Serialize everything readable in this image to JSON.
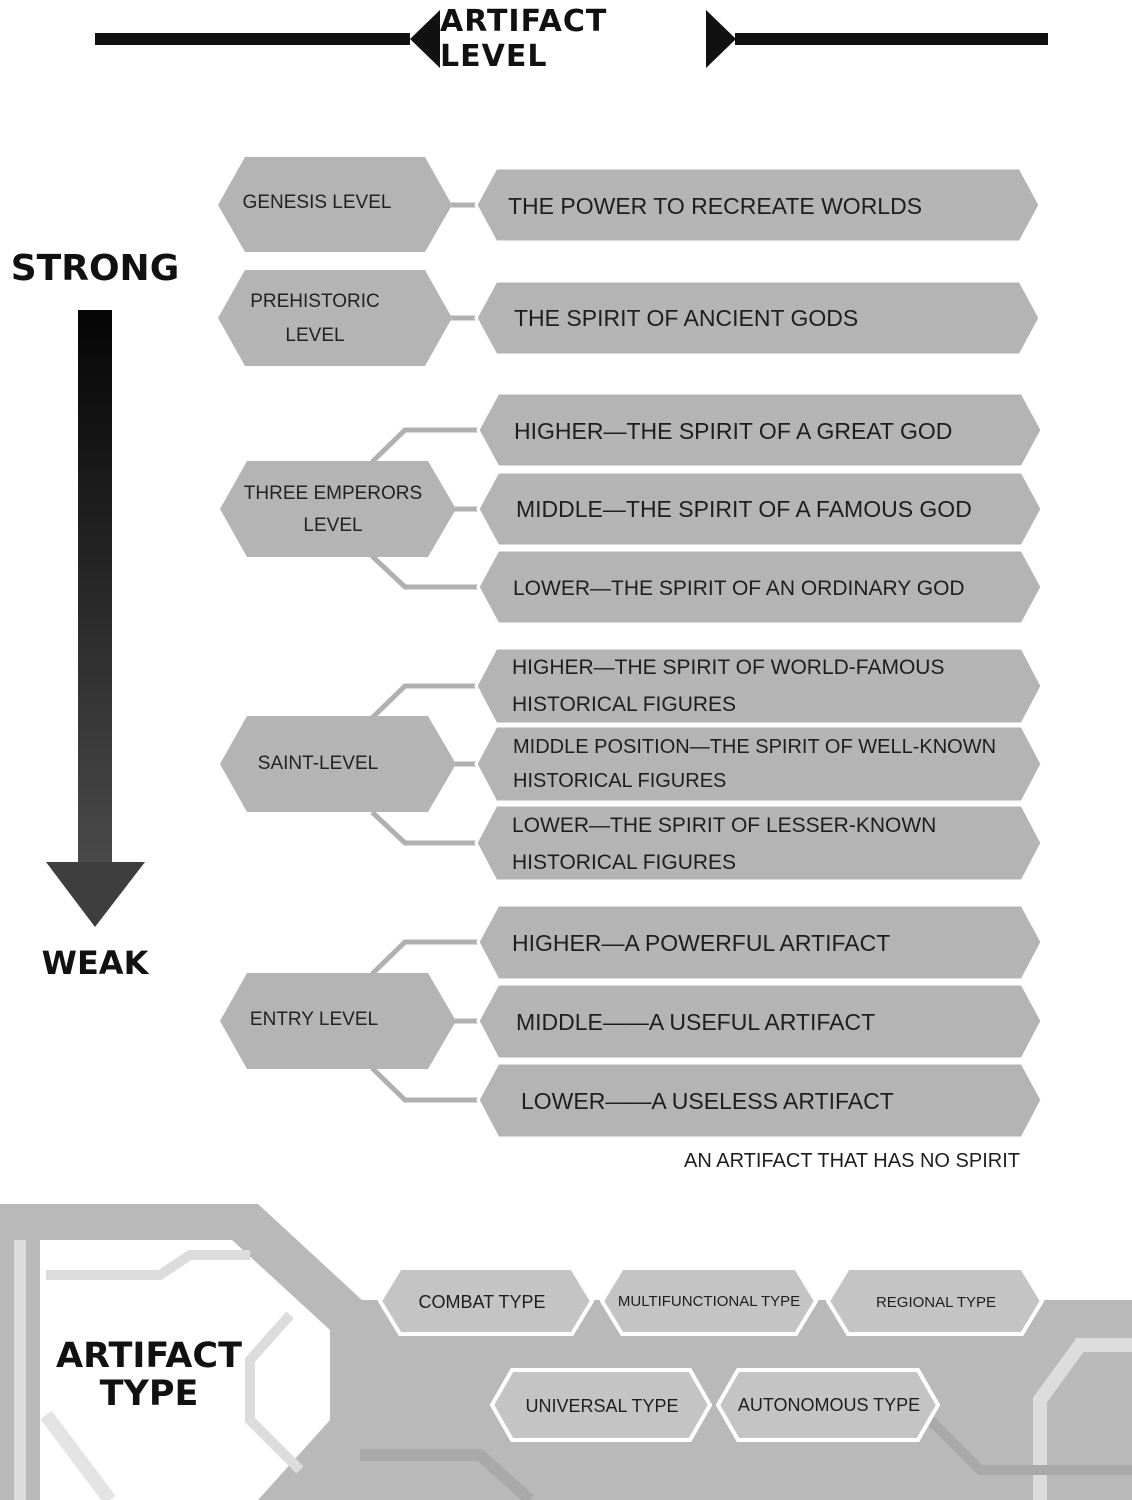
{
  "header": {
    "title": "ARTIFACT LEVEL"
  },
  "scale": {
    "strong_label": "STRONG",
    "weak_label": "WEAK"
  },
  "levels": [
    {
      "name": "GENESIS LEVEL",
      "descriptions": [
        "THE POWER TO RECREATE WORLDS"
      ]
    },
    {
      "name": "PREHISTORIC LEVEL",
      "descriptions": [
        "THE SPIRIT OF ANCIENT GODS"
      ]
    },
    {
      "name": "THREE EMPERORS LEVEL",
      "descriptions": [
        "HIGHER—THE SPIRIT OF A GREAT GOD",
        "MIDDLE—THE SPIRIT OF A FAMOUS GOD",
        "LOWER—THE SPIRIT OF AN ORDINARY GOD"
      ]
    },
    {
      "name": "SAINT-LEVEL",
      "descriptions": [
        "HIGHER—THE SPIRIT OF WORLD-FAMOUS HISTORICAL FIGURES",
        "MIDDLE POSITION—THE SPIRIT OF WELL-KNOWN HISTORICAL FIGURES",
        "LOWER—THE SPIRIT OF LESSER-KNOWN HISTORICAL FIGURES"
      ]
    },
    {
      "name": "ENTRY LEVEL",
      "descriptions": [
        "HIGHER—A POWERFUL ARTIFACT",
        "MIDDLE——A USEFUL ARTIFACT",
        "LOWER——A USELESS ARTIFACT"
      ]
    }
  ],
  "note": "AN ARTIFACT THAT HAS NO SPIRIT",
  "artifact_types": {
    "title": "ARTIFACT TYPE",
    "types": [
      "COMBAT TYPE",
      "MULTIFUNCTIONAL TYPE",
      "REGIONAL TYPE",
      "UNIVERSAL TYPE",
      "AUTONOMOUS TYPE"
    ]
  },
  "colors": {
    "node_fill": "#b4b4b4",
    "connector": "#b0b0b0",
    "text": "#1e1e1e",
    "background": "#ffffff",
    "panel_gray": "#b9b9b9",
    "panel_light": "#dcdcdc"
  }
}
